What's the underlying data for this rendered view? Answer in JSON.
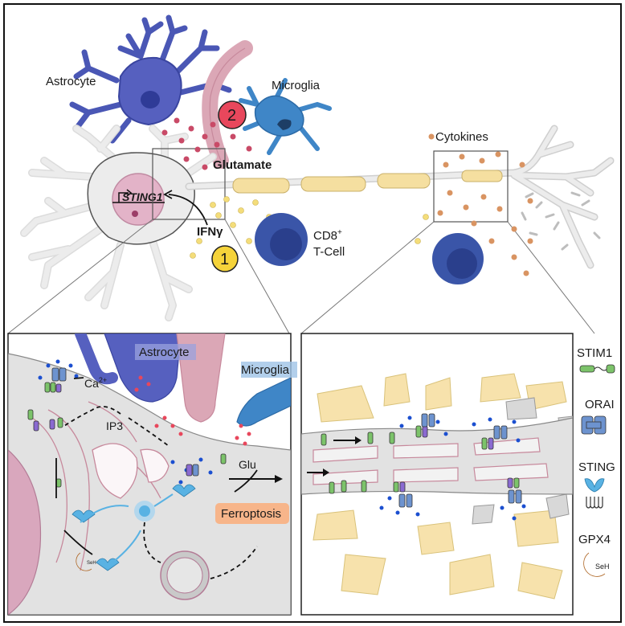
{
  "labels": {
    "astrocyte": "Astrocyte",
    "microglia": "Microglia",
    "cytokines": "Cytokines",
    "glutamate": "Glutamate",
    "sting1": "STING1",
    "ifng": "IFNγ",
    "cd8": "CD8",
    "cd8_sup": "+",
    "tcell": "T-Cell",
    "marker_1": "1",
    "marker_2": "2",
    "inset_astrocyte": "Astrocyte",
    "inset_microglia": "Microglia",
    "ca": "Ca",
    "ca_sup": "2+",
    "ip3": "IP3",
    "glu": "Glu",
    "ferroptosis": "Ferroptosis",
    "seh": "SeH"
  },
  "legend": {
    "items": [
      {
        "label": "STIM1",
        "icon": "stim1-icon"
      },
      {
        "label": "ORAI",
        "icon": "orai-icon"
      },
      {
        "label": "STING",
        "icon": "sting-icon"
      },
      {
        "label": "GPX4",
        "icon": "gpx4-icon"
      }
    ],
    "gpx4_inner": "SeH"
  },
  "colors": {
    "astrocyte": "#4a57b5",
    "microglia": "#3f86c7",
    "neuron": "#e6e6e6",
    "nucleus": "#e3b3c8",
    "myelin": "#f5dfa0",
    "tcell": "#3a55a8",
    "marker1": "#f5d33a",
    "marker2": "#e8475c",
    "stim1": "#7cc36a",
    "orai": "#6d93cf",
    "sting": "#59b2e3",
    "gpx4": "#f0a35c",
    "ferroptosis": "#f7b58a",
    "glutamate_dots": "#c94a67",
    "calcium_dots": "#1b4fd0",
    "cytokine_dots": "#d99462"
  }
}
